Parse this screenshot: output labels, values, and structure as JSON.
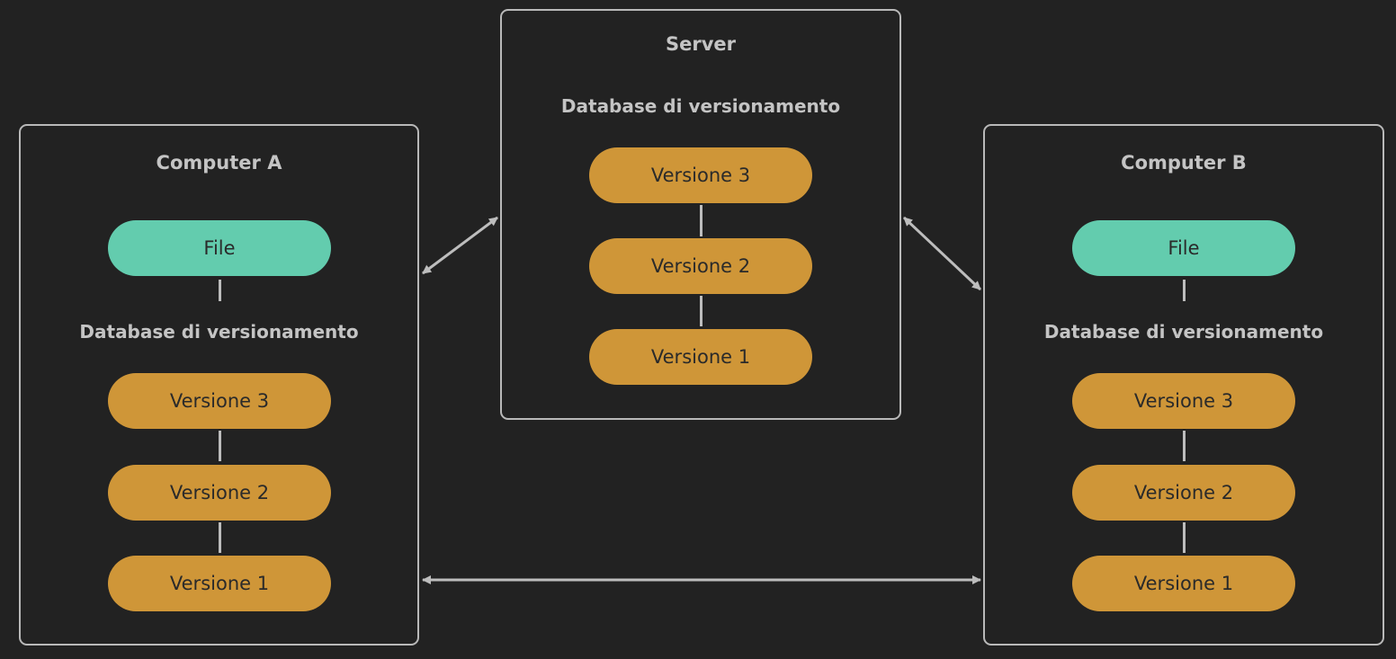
{
  "server": {
    "title": "Server",
    "db_label": "Database di versionamento",
    "versions": [
      "Versione 3",
      "Versione 2",
      "Versione 1"
    ]
  },
  "computer_a": {
    "title": "Computer A",
    "file_label": "File",
    "db_label": "Database di versionamento",
    "versions": [
      "Versione 3",
      "Versione 2",
      "Versione 1"
    ]
  },
  "computer_b": {
    "title": "Computer B",
    "file_label": "File",
    "db_label": "Database di versionamento",
    "versions": [
      "Versione 3",
      "Versione 2",
      "Versione 1"
    ]
  },
  "colors": {
    "background": "#222222",
    "border": "#b9b9b9",
    "file": "#63ccae",
    "version": "#cf9638",
    "text_label": "#c4c4c4",
    "arrow": "#bdbdbd"
  }
}
